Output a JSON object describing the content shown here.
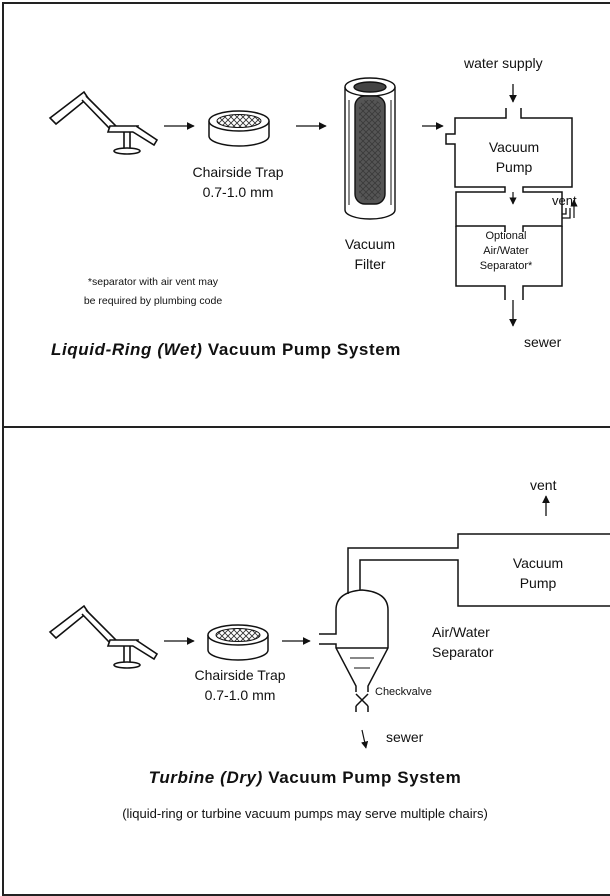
{
  "wet_system": {
    "labels": {
      "water_supply": "water supply",
      "vacuum_pump": "Vacuum\nPump",
      "vent": "vent",
      "separator": "Optional\nAir/Water\nSeparator*",
      "sewer": "sewer",
      "chairside_trap": "Chairside Trap\n0.7-1.0 mm",
      "vacuum_filter": "Vacuum\nFilter",
      "footnote": "*separator with air vent may\nbe required by plumbing code"
    },
    "title": {
      "italic_part": "Liquid-Ring (Wet)",
      "rest": "Vacuum Pump System"
    }
  },
  "dry_system": {
    "labels": {
      "vent": "vent",
      "vacuum_pump": "Vacuum\nPump",
      "separator": "Air/Water\nSeparator",
      "checkvalve": "Checkvalve",
      "sewer": "sewer",
      "chairside_trap": "Chairside Trap\n0.7-1.0 mm"
    },
    "title": {
      "italic_part": "Turbine (Dry)",
      "rest": "Vacuum Pump System"
    },
    "note": "(liquid-ring or turbine vacuum pumps may serve multiple chairs)"
  },
  "icons": [
    "dental-chair-icon",
    "chairside-trap-icon",
    "vacuum-filter-icon",
    "flow-arrow-icon"
  ]
}
